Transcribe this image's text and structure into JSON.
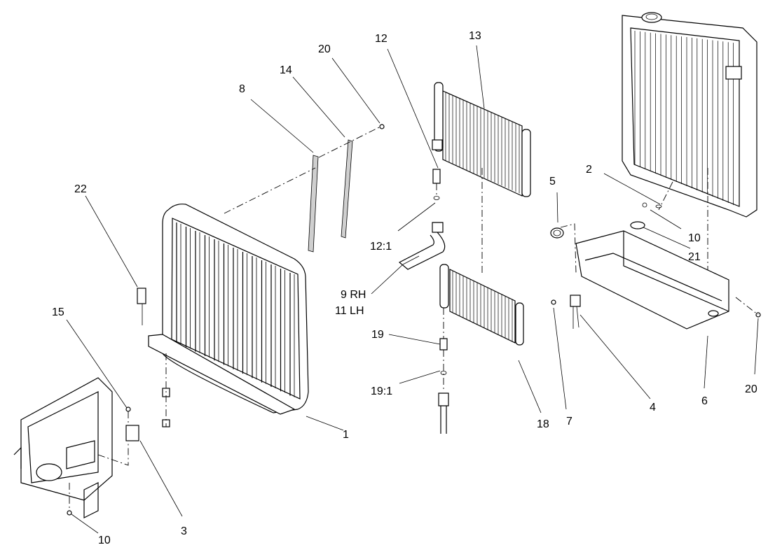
{
  "callouts": [
    {
      "id": "c1",
      "text": "1"
    },
    {
      "id": "c2",
      "text": "2"
    },
    {
      "id": "c3",
      "text": "3"
    },
    {
      "id": "c4",
      "text": "4"
    },
    {
      "id": "c5",
      "text": "5"
    },
    {
      "id": "c6",
      "text": "6"
    },
    {
      "id": "c7",
      "text": "7"
    },
    {
      "id": "c8",
      "text": "8"
    },
    {
      "id": "c9",
      "text": "9 RH"
    },
    {
      "id": "c11",
      "text": "11 LH"
    },
    {
      "id": "c10a",
      "text": "10"
    },
    {
      "id": "c10b",
      "text": "10"
    },
    {
      "id": "c12",
      "text": "12"
    },
    {
      "id": "c12_1",
      "text": "12:1"
    },
    {
      "id": "c13",
      "text": "13"
    },
    {
      "id": "c14",
      "text": "14"
    },
    {
      "id": "c15",
      "text": "15"
    },
    {
      "id": "c18",
      "text": "18"
    },
    {
      "id": "c19",
      "text": "19"
    },
    {
      "id": "c19_1",
      "text": "19:1"
    },
    {
      "id": "c20a",
      "text": "20"
    },
    {
      "id": "c20b",
      "text": "20"
    },
    {
      "id": "c21",
      "text": "21"
    },
    {
      "id": "c22",
      "text": "22"
    }
  ]
}
